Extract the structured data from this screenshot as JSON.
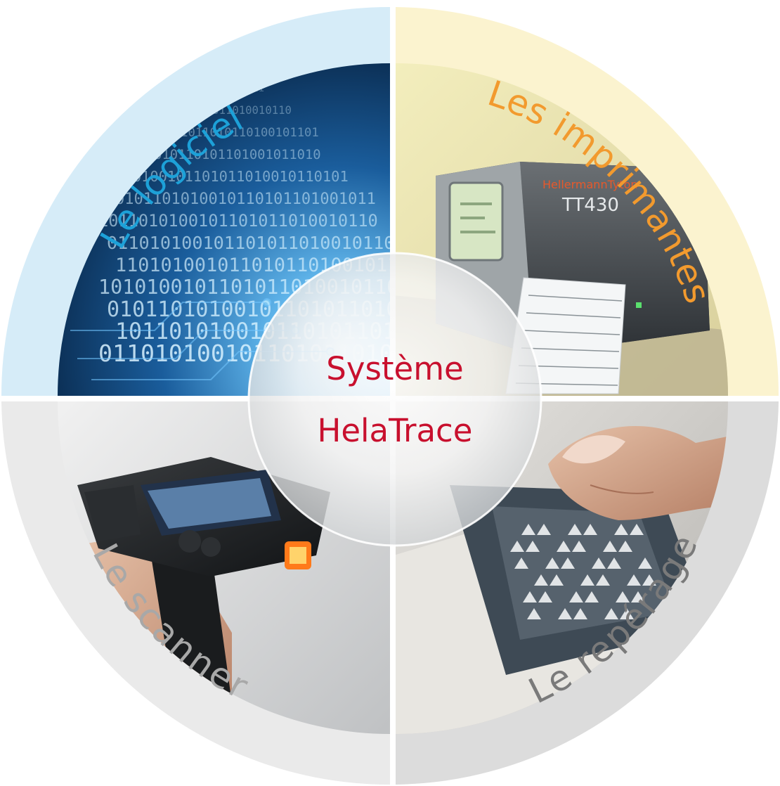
{
  "center": {
    "line1": "Système",
    "line2": "HelaTrace"
  },
  "quadrants": [
    {
      "key": "logiciel",
      "label": "Le logiciel",
      "ring_color": "#d6ecf8",
      "label_color": "#1da1d8"
    },
    {
      "key": "imprimantes",
      "label": "Les imprimantes",
      "ring_color": "#fbf3cf",
      "label_color": "#f29a2e"
    },
    {
      "key": "scanner",
      "label": "Le scanner",
      "ring_color": "#eaeaea",
      "label_color": "#a8a8a8"
    },
    {
      "key": "reperage",
      "label": "Le repérage",
      "ring_color": "#dcdcdc",
      "label_color": "#7a7a7a"
    }
  ],
  "printer_model": "TT430",
  "printer_brand": "HellermannTyton",
  "colors": {
    "center_text": "#c8102e",
    "divider": "#ffffff"
  },
  "illustrations": [
    {
      "key": "logiciel",
      "icon": "binary-code-circuit-image"
    },
    {
      "key": "imprimantes",
      "icon": "label-printer-image"
    },
    {
      "key": "scanner",
      "icon": "handheld-scanner-image"
    },
    {
      "key": "reperage",
      "icon": "label-marking-image"
    }
  ]
}
